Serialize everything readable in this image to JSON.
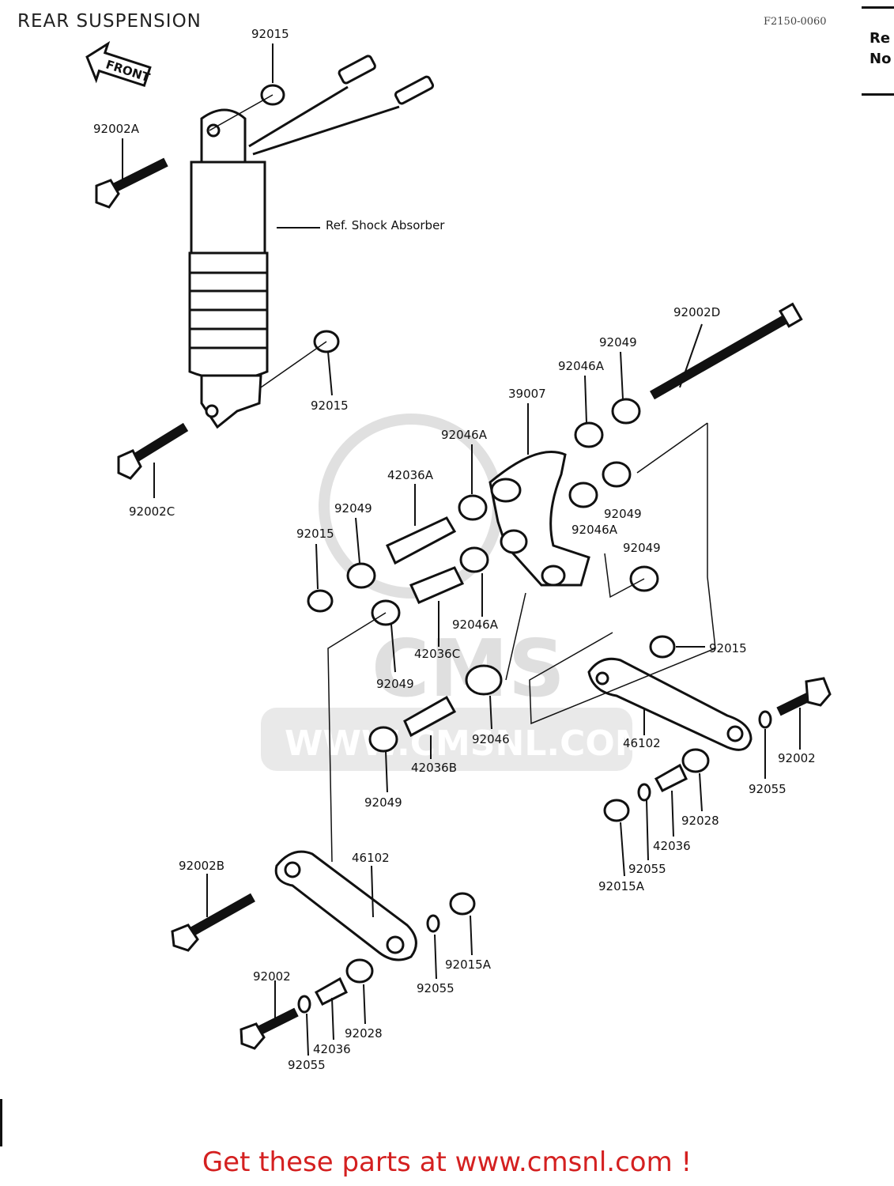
{
  "title": "REAR SUSPENSION",
  "figure_code": "F2150-0060",
  "corner_text": [
    "Re",
    "No"
  ],
  "front_label": "FRONT",
  "reference_label": "Ref. Shock Absorber",
  "watermark": {
    "url": "WWW.CMSNL.COM",
    "logo": "CMS"
  },
  "footer": "Get these parts at www.cmsnl.com !",
  "part_labels": {
    "p1": "92015",
    "p2": "92002A",
    "p3": "92015",
    "p4": "92002C",
    "p5": "92002D",
    "p6": "92049",
    "p7": "92046A",
    "p8": "39007",
    "p9": "92046A",
    "p10": "42036A",
    "p11": "92049",
    "p12": "92015",
    "p13": "92049",
    "p14": "92046A",
    "p15": "92049",
    "p16": "92046A",
    "p17": "42036C",
    "p18": "92049",
    "p19": "92015",
    "p20": "92046",
    "p21": "46102",
    "p22": "92002",
    "p23": "92055",
    "p24": "42036B",
    "p25": "92049",
    "p26": "92028",
    "p27": "42036",
    "p28": "92055",
    "p29": "92015A",
    "p30": "92002B",
    "p31": "46102",
    "p32": "92015A",
    "p33": "92055",
    "p34": "92002",
    "p35": "42036",
    "p36": "92028",
    "p37": "92055"
  }
}
